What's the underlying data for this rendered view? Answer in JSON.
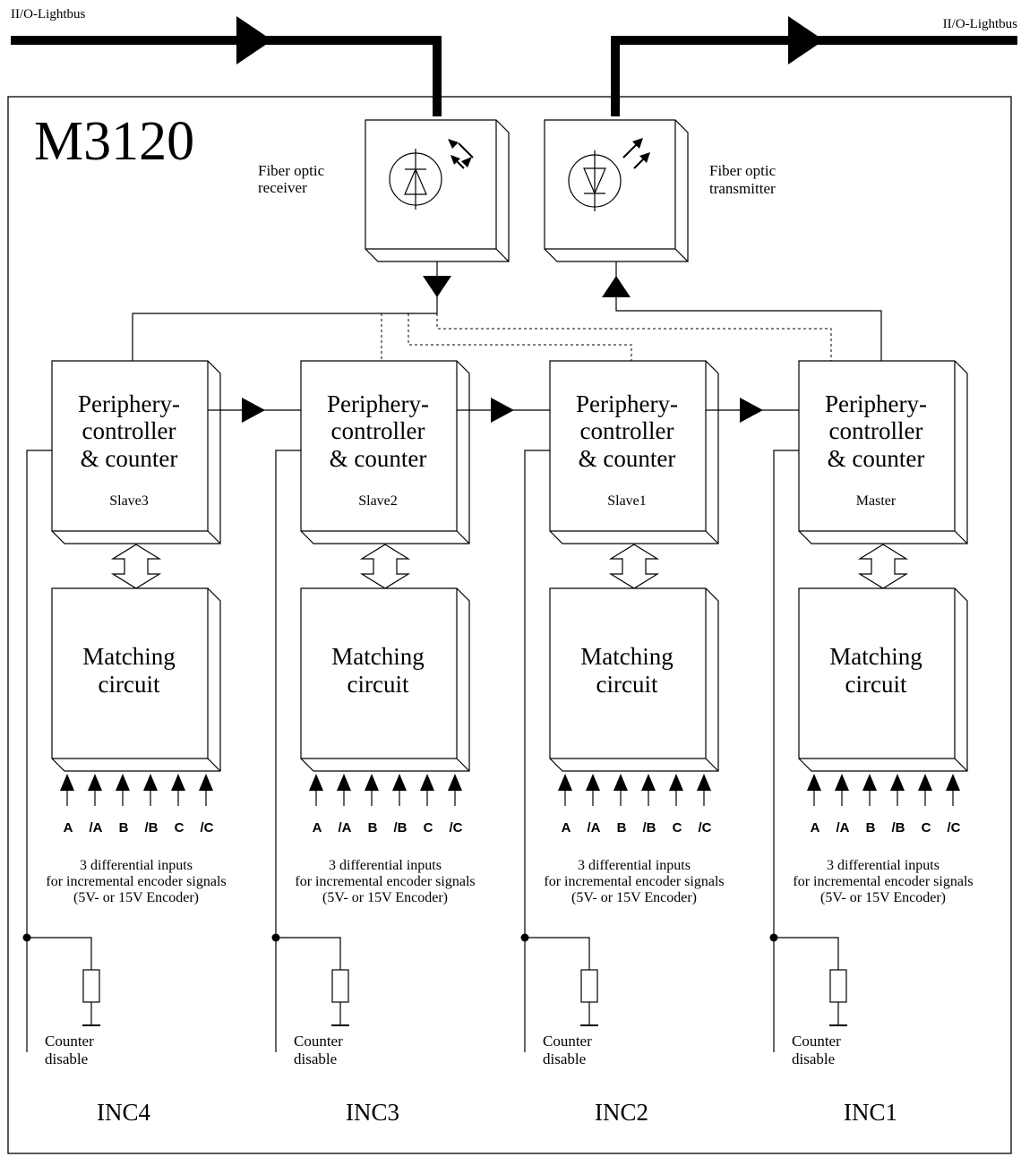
{
  "bus": {
    "left_label": "II/O-Lightbus",
    "right_label": "II/O-Lightbus"
  },
  "module_title": "M3120",
  "receiver": {
    "line1": "Fiber  optic",
    "line2": "receiver"
  },
  "transmitter": {
    "line1": "Fiber  optic",
    "line2": "transmitter"
  },
  "channels": [
    {
      "controller": {
        "line1": "Periphery-",
        "line2": "controller",
        "line3": "&  counter"
      },
      "role": "Slave3",
      "matching": {
        "line1": "Matching",
        "line2": "circuit"
      },
      "inputs": [
        "A",
        "/A",
        "B",
        "/B",
        "C",
        "/C"
      ],
      "note": {
        "line1": "3  differential  inputs",
        "line2": "for  incremental  encoder  signals",
        "line3": "(5V-  or  15V  Encoder)"
      },
      "counter_disable": {
        "line1": "Counter",
        "line2": "disable"
      },
      "name": "INC4"
    },
    {
      "controller": {
        "line1": "Periphery-",
        "line2": "controller",
        "line3": "&  counter"
      },
      "role": "Slave2",
      "matching": {
        "line1": "Matching",
        "line2": "circuit"
      },
      "inputs": [
        "A",
        "/A",
        "B",
        "/B",
        "C",
        "/C"
      ],
      "note": {
        "line1": "3  differential  inputs",
        "line2": "for  incremental  encoder  signals",
        "line3": "(5V-  or  15V  Encoder)"
      },
      "counter_disable": {
        "line1": "Counter",
        "line2": "disable"
      },
      "name": "INC3"
    },
    {
      "controller": {
        "line1": "Periphery-",
        "line2": "controller",
        "line3": "&  counter"
      },
      "role": "Slave1",
      "matching": {
        "line1": "Matching",
        "line2": "circuit"
      },
      "inputs": [
        "A",
        "/A",
        "B",
        "/B",
        "C",
        "/C"
      ],
      "note": {
        "line1": "3  differential  inputs",
        "line2": "for  incremental  encoder  signals",
        "line3": "(5V-  or  15V  Encoder)"
      },
      "counter_disable": {
        "line1": "Counter",
        "line2": "disable"
      },
      "name": "INC2"
    },
    {
      "controller": {
        "line1": "Periphery-",
        "line2": "controller",
        "line3": "&  counter"
      },
      "role": "Master",
      "matching": {
        "line1": "Matching",
        "line2": "circuit"
      },
      "inputs": [
        "A",
        "/A",
        "B",
        "/B",
        "C",
        "/C"
      ],
      "note": {
        "line1": "3  differential  inputs",
        "line2": "for  incremental  encoder  signals",
        "line3": "(5V-  or  15V  Encoder)"
      },
      "counter_disable": {
        "line1": "Counter",
        "line2": "disable"
      },
      "name": "INC1"
    }
  ]
}
